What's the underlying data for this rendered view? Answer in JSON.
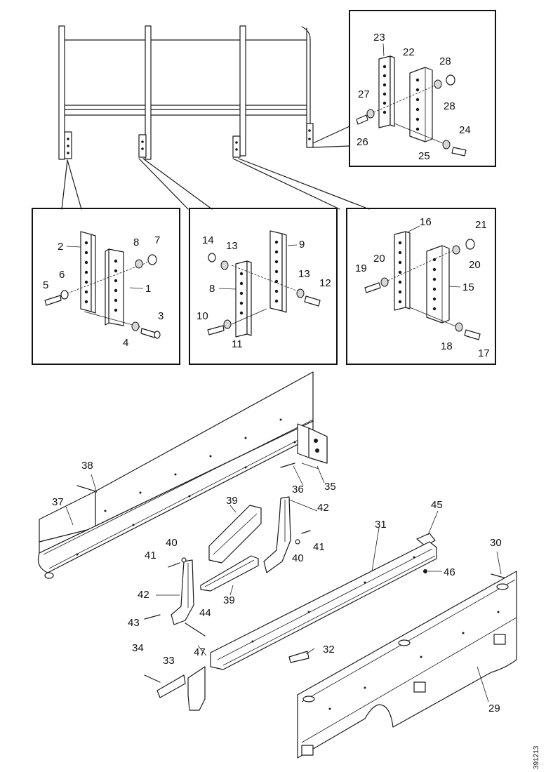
{
  "figure": {
    "reference_code": "391213",
    "callouts": {
      "c1": "1",
      "c2": "2",
      "c3": "3",
      "c4": "4",
      "c5": "5",
      "c6": "6",
      "c7": "7",
      "c8": "8",
      "c9": "9",
      "c10": "10",
      "c11": "11",
      "c12": "12",
      "c13a": "13",
      "c13b": "13",
      "c14": "14",
      "c15": "15",
      "c16": "16",
      "c17": "17",
      "c18": "18",
      "c19": "19",
      "c20a": "20",
      "c20b": "20",
      "c21": "21",
      "c22": "22",
      "c23": "23",
      "c24": "24",
      "c25": "25",
      "c26": "26",
      "c27": "27",
      "c28a": "28",
      "c28b": "28",
      "c29": "29",
      "c30": "30",
      "c31": "31",
      "c32": "32",
      "c33": "33",
      "c34": "34",
      "c35": "35",
      "c36": "36",
      "c37": "37",
      "c38": "38",
      "c39a": "39",
      "c39b": "39",
      "c40a": "40",
      "c40b": "40",
      "c41a": "41",
      "c41b": "41",
      "c42a": "42",
      "c42b": "42",
      "c43": "43",
      "c44": "44",
      "c45": "45",
      "c46": "46",
      "c47": "47"
    }
  }
}
